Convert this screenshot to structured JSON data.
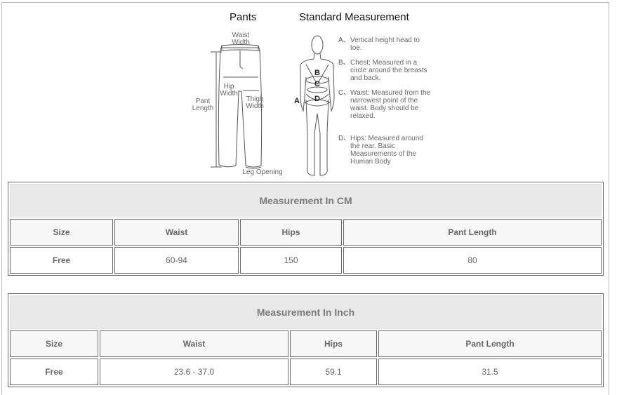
{
  "diagram": {
    "pants_title": "Pants",
    "standard_title": "Standard Measurement",
    "pants_labels": {
      "waist_width_1": "Waist",
      "waist_width_2": "Width",
      "hip_width_1": "Hip",
      "hip_width_2": "Width",
      "thigh_width_1": "Thigh",
      "thigh_width_2": "Width",
      "pant_length_1": "Pant",
      "pant_length_2": "Length",
      "leg_opening": "Leg Opening"
    },
    "figure_letters": {
      "a": "A",
      "b": "B",
      "c": "C",
      "d": "D"
    },
    "legend": [
      {
        "key": "A、",
        "text": "Vertical height head to toe."
      },
      {
        "key": "B、",
        "text": "Chest: Measured in a circle around the breasts and back."
      },
      {
        "key": "C、",
        "text": "Waist: Measured from the narrowest point of the waist. Body should be relaxed."
      },
      {
        "key": "D、",
        "text": "Hips: Measured around the rear. Basic Measurements of the Human Body"
      }
    ]
  },
  "tables": [
    {
      "caption": "Measurement In CM",
      "headers": [
        "Size",
        "Waist",
        "Hips",
        "Pant Length"
      ],
      "rows": [
        [
          "Free",
          "60-94",
          "150",
          "80"
        ]
      ]
    },
    {
      "caption": "Measurement In Inch",
      "headers": [
        "Size",
        "Waist",
        "Hips",
        "Pant Length"
      ],
      "rows": [
        [
          "Free",
          "23.6 - 37.0",
          "59.1",
          "31.5"
        ]
      ]
    }
  ]
}
